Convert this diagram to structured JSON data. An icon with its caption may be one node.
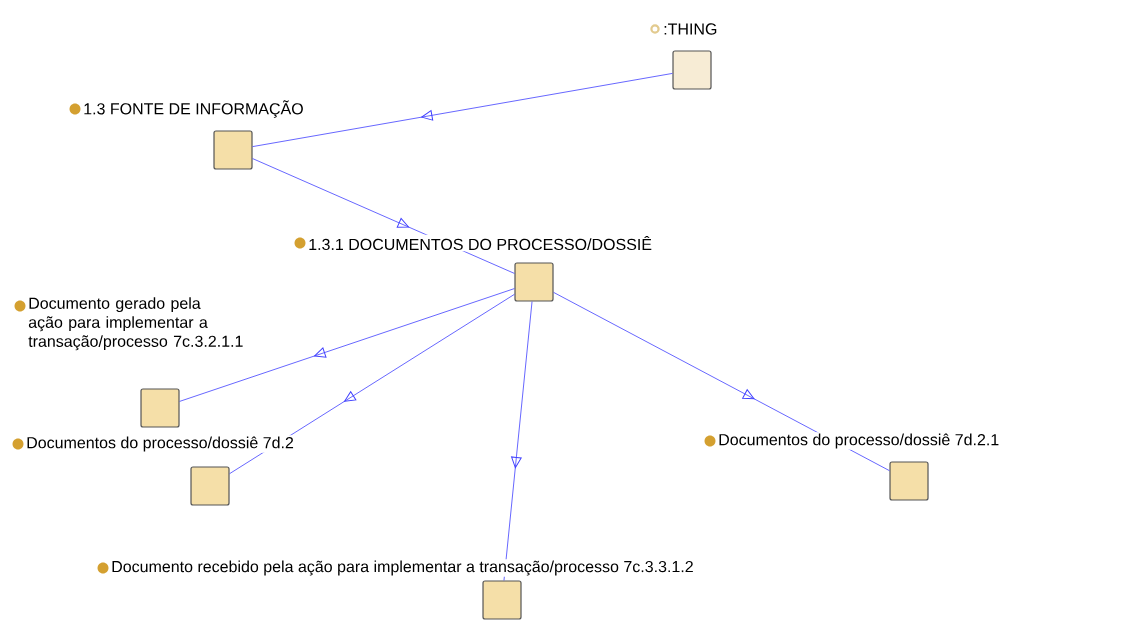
{
  "diagram": {
    "nodes": [
      {
        "text": [
          ":THING"
        ]
      },
      {
        "text": [
          "1.3 FONTE DE INFORMAÇÃO"
        ]
      },
      {
        "text": [
          "1.3.1 DOCUMENTOS DO  PROCESSO/DOSSIÊ"
        ]
      },
      {
        "text": [
          "Documento gerado pela ação para implementar a transação/processo 7c.3.2.1.1"
        ]
      },
      {
        "text": [
          "Documentos do processo/dossiê 7d.2"
        ]
      },
      {
        "text": [
          "Documentos do processo/dossiê 7d.2.1"
        ]
      },
      {
        "text": [
          "Documento recebido pela ação para implementar a transação/processo 7c.3.3.1.2"
        ]
      }
    ],
    "edges": [
      {
        "from": 0,
        "to": 1,
        "arrow": "to"
      },
      {
        "from": 1,
        "to": 2,
        "arrow": "to"
      },
      {
        "from": 2,
        "to": 3,
        "arrow": "to"
      },
      {
        "from": 2,
        "to": 4,
        "arrow": "to"
      },
      {
        "from": 2,
        "to": 5,
        "arrow": "to"
      },
      {
        "from": 2,
        "to": 6,
        "arrow": "to"
      }
    ]
  }
}
